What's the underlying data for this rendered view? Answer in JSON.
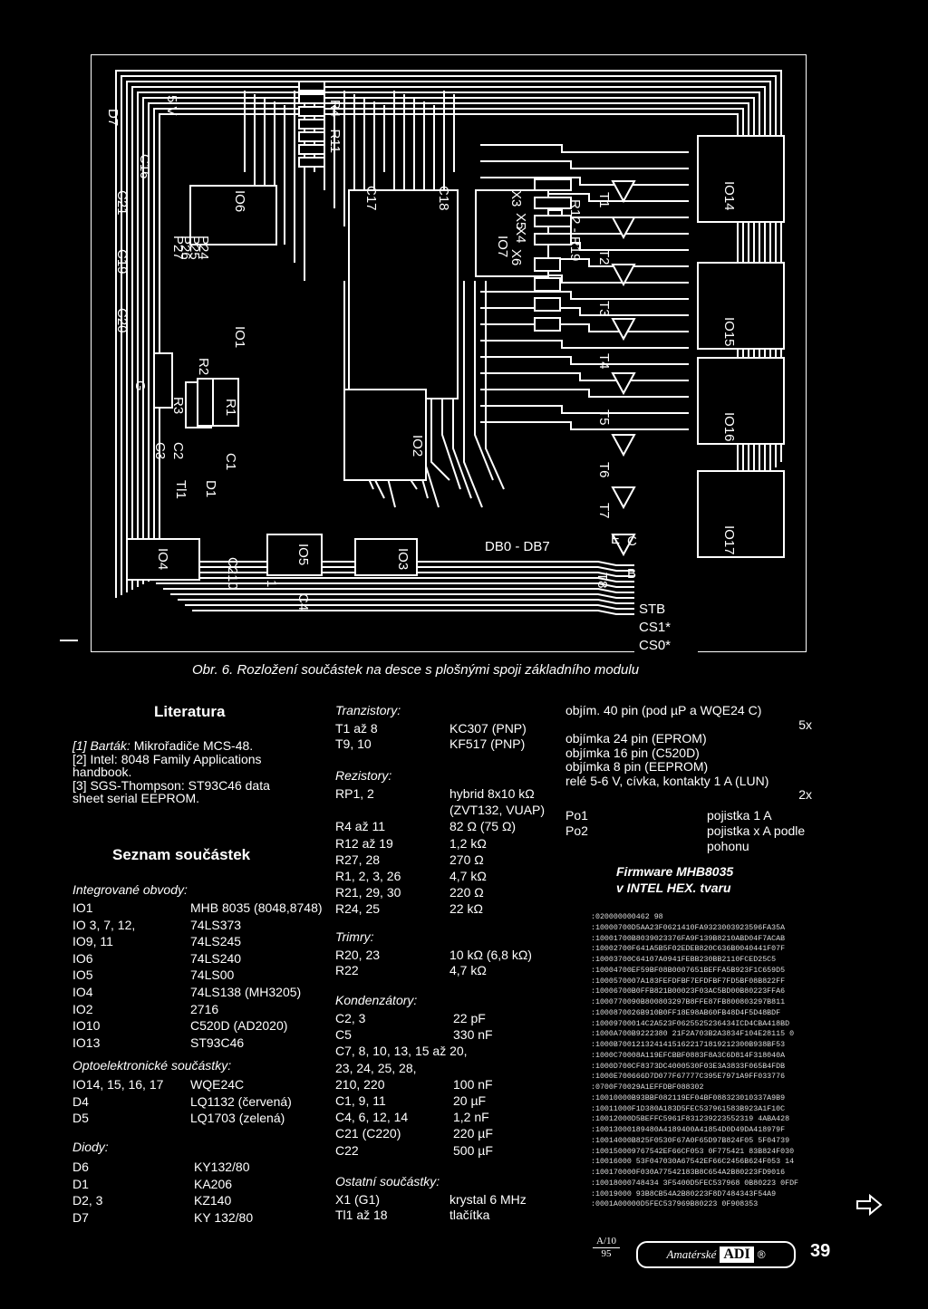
{
  "figure": {
    "caption": "Obr. 6. Rozložení součástek na desce s plošnými spoji základního modulu",
    "labels": [
      "5 V",
      "D7",
      "C21",
      "C16",
      "C19",
      "C20",
      "P24",
      "P25",
      "P26",
      "P27",
      "P28",
      "IO6",
      "C17",
      "C18",
      "R4 - R11",
      "X3",
      "X4",
      "X5",
      "X6",
      "R12 - R19",
      "T1",
      "T2",
      "T3",
      "T4",
      "T5",
      "T6",
      "T7",
      "T8",
      "IO14",
      "IO15",
      "IO16",
      "IO17",
      "IO7",
      "IO1",
      "R20",
      "R21",
      "R1",
      "R3",
      "C3",
      "C2",
      "C1",
      "D1",
      "Tl1",
      "IO4",
      "C210",
      "C4",
      "IO5",
      "IO2",
      "IO3",
      "DB0 - DB7",
      "E",
      "C",
      "B",
      "STB",
      "CS1*",
      "CS0*",
      "G",
      "1"
    ]
  },
  "literatura": {
    "title": "Literatura",
    "items": [
      {
        "author": "[1] Barták:",
        "text": " Mikrořadiče MCS-48."
      },
      {
        "author": "",
        "text": "[2] Intel: 8048 Family Applications"
      },
      {
        "author": "",
        "text": "handbook."
      },
      {
        "author": "",
        "text": "[3] SGS-Thompson: ST93C46 data"
      },
      {
        "author": "",
        "text": "sheet serial EEPROM."
      }
    ]
  },
  "seznam": {
    "title": "Seznam součástek",
    "ic_heading": "Integrované obvody:",
    "ics": [
      [
        "IO1",
        "MHB 8035 (8048,8748)"
      ],
      [
        "IO 3, 7, 12,",
        "74LS373"
      ],
      [
        "IO9, 11",
        "74LS245"
      ],
      [
        "IO6",
        "74LS240"
      ],
      [
        "IO5",
        "74LS00"
      ],
      [
        "IO4",
        "74LS138 (MH3205)"
      ],
      [
        "IO2",
        "2716"
      ],
      [
        "IO10",
        "C520D (AD2020)"
      ],
      [
        "IO13",
        "ST93C46"
      ]
    ],
    "opto_heading": "Optoelektronické součástky:",
    "opto": [
      [
        "IO14, 15, 16, 17",
        "WQE24C"
      ],
      [
        "D4",
        "LQ1132 (červená)"
      ],
      [
        "D5",
        "LQ1703 (zelená)"
      ]
    ],
    "diody_heading": "Diody:",
    "diody": [
      [
        "D6",
        "KY132/80"
      ],
      [
        "D1",
        "KA206"
      ],
      [
        "D2, 3",
        "KZ140"
      ],
      [
        "D7",
        "KY 132/80"
      ]
    ]
  },
  "middle": {
    "tranzistory_heading": "Tranzistory:",
    "tranzistory": [
      [
        "T1 až 8",
        "KC307 (PNP)"
      ],
      [
        "T9, 10",
        "KF517 (PNP)"
      ]
    ],
    "rezistory_heading": "Rezistory:",
    "rezistory": [
      [
        "RP1, 2",
        "hybrid 8x10 kΩ"
      ],
      [
        "",
        "(ZVT132, VUAP)"
      ],
      [
        "R4 až 11",
        "82 Ω (75 Ω)"
      ],
      [
        "R12 až 19",
        "1,2 kΩ"
      ],
      [
        "R27, 28",
        "270 Ω"
      ],
      [
        "R1, 2, 3, 26",
        "4,7 kΩ"
      ],
      [
        "R21, 29, 30",
        "220 Ω"
      ],
      [
        "R24, 25",
        "22 kΩ"
      ]
    ],
    "trimry_heading": "Trimry:",
    "trimry": [
      [
        "R20, 23",
        "10 kΩ (6,8 kΩ)"
      ],
      [
        "R22",
        "4,7 kΩ"
      ]
    ],
    "kondenzatory_heading": "Kondenzátory:",
    "kondenzatory": [
      [
        "C2, 3",
        "22 pF"
      ],
      [
        "C5",
        "330 nF"
      ],
      [
        "C7, 8, 10, 13, 15 až 20,",
        ""
      ],
      [
        "23, 24, 25, 28,",
        ""
      ],
      [
        "210, 220",
        "100 nF"
      ],
      [
        "C1, 9, 11",
        "20 µF"
      ],
      [
        "C4, 6, 12, 14",
        "1,2 nF"
      ],
      [
        "C21 (C220)",
        "220 µF"
      ],
      [
        "C22",
        "500 µF"
      ]
    ],
    "ostatni_heading": "Ostatní součástky:",
    "ostatni": [
      [
        "X1 (G1)",
        "krystal 6 MHz"
      ],
      [
        "Tl1 až 18",
        "tlačítka"
      ]
    ]
  },
  "right": {
    "lines": [
      [
        "objím. 40 pin (pod µP a WQE24 C)",
        ""
      ],
      [
        "",
        "5x"
      ],
      [
        "objímka 24 pin (EPROM)",
        ""
      ],
      [
        "objímka 16 pin (C520D)",
        ""
      ],
      [
        "objímka 8 pin (EEPROM)",
        ""
      ],
      [
        "relé 5-6 V, cívka, kontakty 1 A (LUN)",
        ""
      ],
      [
        "",
        "2x"
      ]
    ],
    "po": [
      [
        "Po1",
        "pojistka 1 A"
      ],
      [
        "Po2",
        "pojistka x A podle"
      ],
      [
        "",
        "pohonu"
      ]
    ],
    "firmware_title": "Firmware MHB8035",
    "firmware_sub": "v INTEL HEX. tvaru",
    "hex": [
      ":020000000462 98",
      ":10000700D5AA23F0621410FA9323003923596FA35A",
      ":10001700B8039023376FA9F139B8210ABD04F7ACAB",
      ":10002700F641A5B5F02EDEB820C636B0040441F07F",
      ":10003700C64107A0941FEBB230BB2110FCED25C5",
      ":10004700EF59BF08B0007651BEFFA5B923F1C659D5",
      ":1000570007A183FEFDFBF7EFDFBF7FD5BF08B822FF",
      ":10006700B0FFB821B00023F03AC5BD00B80223FFA6",
      ":1000770090B800803297B8FFE87FB800803297B811",
      ":1000870026B910B0FF18E98AB60FB48D4F5D48BDF",
      ":10009700014C2A523F0625525236434ICD4CBA418BD",
      ":1000A700B9222380 21F2A703B2A3834F104E28115 0",
      ":1000B70012132414151622171819212300B938BF53",
      ":1000C70008A119EFCBBF0883F8A3C6D814F318040A",
      ":1000D700CF8373DC4000530F03E3A3833F065B4FDB",
      ":1000E700666D7D077F67777C395E7971A9FF033776",
      ":0700F70029A1EFFDBF088302",
      ":10010000B93BBF082119EF04BF088323010337A9B9",
      ":10011000F1D380A183D5FEC537961583B923A1F10C",
      ":10012000D5BEFFC5961F831239223552319 4ABA428",
      ":10013000189480A4189400A41854D0D49DA418979F",
      ":10014000B825F0530F67A0F65D97B824F05 5F04739",
      ":100150009767542EF66CF053 0F775421 83B824F030",
      ":10016000 53F047030A67542EF66C2456B624F053 14",
      ":100170000F030A77542183B8C654A2B80223FD9016",
      ":10018000748434 3F5400D5FEC537968 0B80223 0FDF",
      ":10019000 93B8CB54A2B80223F8D7484343F54A9",
      ":0001A00000D5FEC537969B80223 0F908353"
    ],
    "page_box_top": "A/10",
    "page_box_bottom": "95",
    "logo_script": "Amatérské",
    "logo_text": "ADI",
    "page_number": "39"
  },
  "colors": {
    "background": "#000000",
    "text": "#ffffff"
  }
}
